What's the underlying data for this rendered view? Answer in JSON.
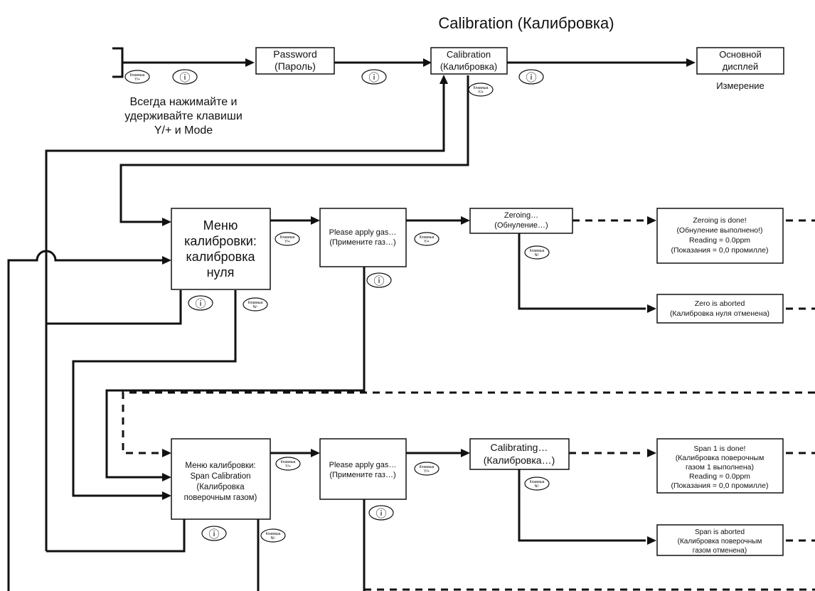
{
  "title": "Calibration (Калибровка)",
  "hold_instruction": [
    "Всегда нажимайте и",
    "удерживайте клавиши",
    "Y/+ и Mode"
  ],
  "key_yes": [
    "Клавиша",
    "Y/+"
  ],
  "key_no": [
    "Клавиша",
    "N/-"
  ],
  "mode_key_symbol": "ⓘ",
  "boxes": {
    "password": [
      "Password",
      "(Пароль)"
    ],
    "calibration": [
      "Calibration",
      "(Калибровка)"
    ],
    "main_display": [
      "Основной",
      "дисплей"
    ],
    "zero_menu": [
      "Меню",
      "калибровки:",
      "калибровка",
      "нуля"
    ],
    "zero_apply_gas": [
      "Please apply gas…",
      "(Примените газ…)"
    ],
    "zeroing": [
      "Zeroing…",
      "(Обнуление…)"
    ],
    "zero_done": [
      "Zeroing is done!",
      "(Обнуление выполнено!)",
      "Reading = 0.0ppm",
      "(Показания = 0,0 промилле)"
    ],
    "zero_aborted": [
      "Zero is aborted",
      "(Калибровка нуля отменена)"
    ],
    "span_menu": [
      "Меню калибровки:",
      "Span Calibration",
      "(Калибровка",
      "поверочным газом)"
    ],
    "span_apply_gas": [
      "Please apply gas…",
      "(Примените газ…)"
    ],
    "calibrating": [
      "Calibrating…",
      "(Калибровка…)"
    ],
    "span_done": [
      "Span 1 is done!",
      "(Калибровка поверочным",
      "газом 1 выполнена)",
      "Reading = 0.0ppm",
      "(Показания = 0,0 промилле)"
    ],
    "span_aborted": [
      "Span is aborted",
      "(Калибровка поверочным",
      "газом отменена)"
    ]
  },
  "main_display_caption": "Измерение"
}
